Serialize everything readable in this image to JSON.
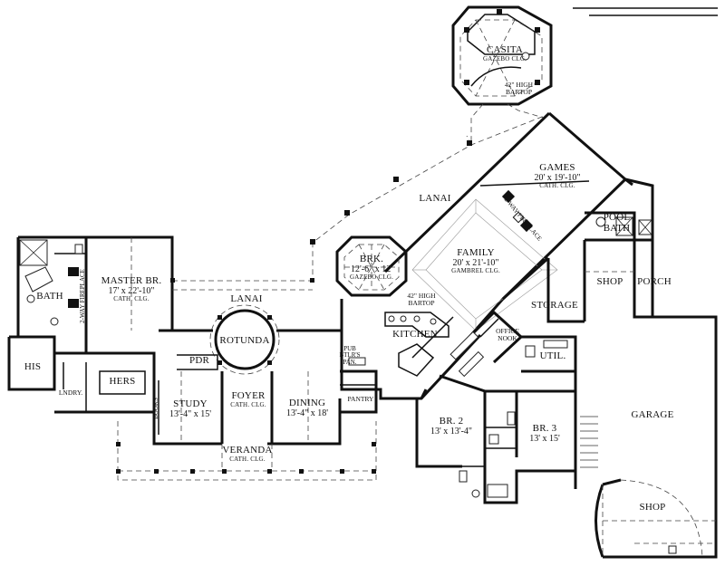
{
  "plan": {
    "casita": {
      "name": "CASITA",
      "sub": "GAZEBO CLG.",
      "bartop1": "42\" HIGH",
      "bartop2": "BARTOP"
    },
    "games": {
      "name": "GAMES",
      "dim": "20' x 19'-10\"",
      "sub": "CATH. CLG."
    },
    "lanai_top": {
      "name": "LANAI"
    },
    "fireplace_family": {
      "text": "2-WAY FIREPLACE"
    },
    "pool_bath": {
      "line1": "POOL",
      "line2": "BATH"
    },
    "family": {
      "name": "FAMILY",
      "dim": "20' x 21'-10\"",
      "sub": "GAMBREL CLG."
    },
    "brk": {
      "name": "BRK.",
      "dim": "12'-6\" x 12'",
      "sub": "GAZEBO CLG."
    },
    "bartop_kitchen": {
      "line1": "42\" HIGH",
      "line2": "BARTOP"
    },
    "kitchen": {
      "name": "KITCHEN"
    },
    "shop_top": {
      "name": "SHOP"
    },
    "porch": {
      "name": "PORCH"
    },
    "storage": {
      "name": "STORAGE"
    },
    "office_nook": {
      "line1": "OFFICE",
      "line2": "NOOK"
    },
    "util": {
      "name": "UTIL."
    },
    "master_br": {
      "name": "MASTER BR.",
      "dim": "17' x 22'-10\"",
      "sub": "CATH. CLG."
    },
    "master_bath": {
      "name": "BATH"
    },
    "fireplace_master": {
      "text": "2-WAY FIREPLACE"
    },
    "lanai_left": {
      "name": "LANAI"
    },
    "rotunda": {
      "name": "ROTUNDA"
    },
    "his": {
      "name": "HIS"
    },
    "hers": {
      "name": "HERS"
    },
    "lndry": {
      "name": "LNDRY."
    },
    "pdr": {
      "name": "PDR"
    },
    "books": {
      "name": "BOOKS"
    },
    "study": {
      "name": "STUDY",
      "dim": "13'-4\" x 15'"
    },
    "foyer": {
      "name": "FOYER",
      "sub": "CATH. CLG."
    },
    "dining": {
      "name": "DINING",
      "dim": "13'-4\" x 18'"
    },
    "butlers_pantry": {
      "line1": "PUB",
      "line2": "BTLR'S",
      "line3": "PAN."
    },
    "pantry": {
      "name": "PANTRY"
    },
    "veranda": {
      "name": "VERANDA",
      "sub": "CATH. CLG."
    },
    "br2": {
      "name": "BR. 2",
      "dim": "13' x 13'-4\""
    },
    "br3": {
      "name": "BR. 3",
      "dim": "13' x 15'"
    },
    "garage": {
      "name": "GARAGE"
    },
    "shop_bottom": {
      "name": "SHOP"
    }
  }
}
